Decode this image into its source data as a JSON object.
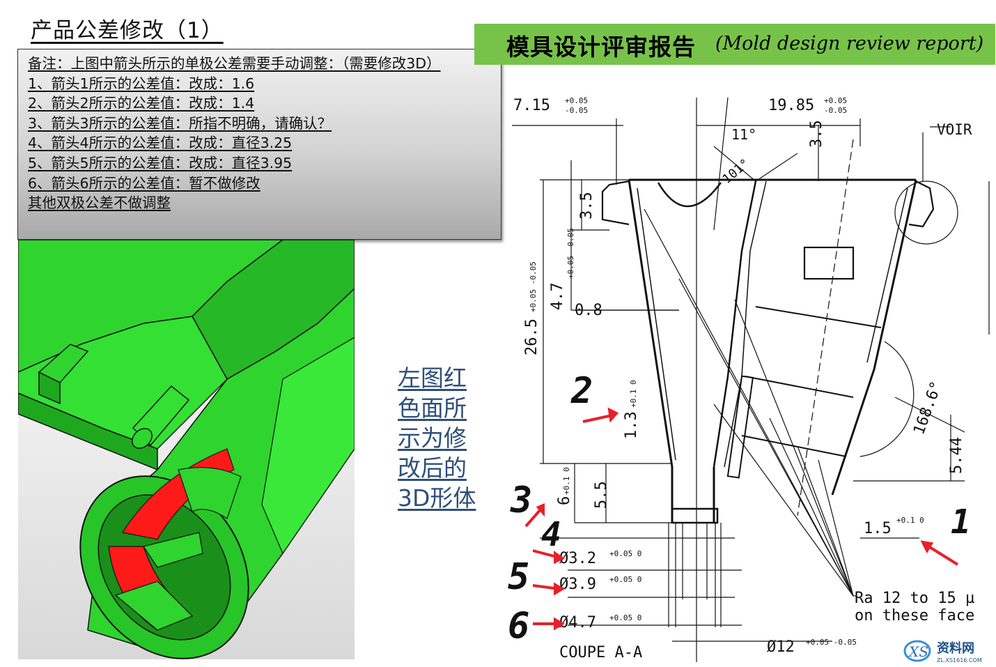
{
  "page_title": "产品公差修改（1）",
  "note": {
    "lines": [
      "备注：上图中箭头所示的单极公差需要手动调整：（需要修改3D）",
      "1、箭头1所示的公差值：改成：1.6",
      "2、箭头2所示的公差值：改成：1.4",
      "3、箭头3所示的公差值：所指不明确，请确认？",
      "4、箭头4所示的公差值：改成：直径3.25",
      "5、箭头5所示的公差值：改成：直径3.95",
      "6、箭头6所示的公差值：暂不做修改",
      "其他双极公差不做调整"
    ]
  },
  "banner": {
    "title_cn": "模具设计评审报告",
    "title_en": "(Mold design review report)",
    "color": "#77c34a"
  },
  "caption": {
    "lines": [
      "左图红",
      "色面所",
      "示为修",
      "改后的",
      "3D形体"
    ]
  },
  "drawing": {
    "dims": {
      "d1": "7.15",
      "d1_tol_up": "+0.05",
      "d1_tol_dn": "-0.05",
      "d2": "19.85",
      "d2_tol_up": "+0.05",
      "d2_tol_dn": "-0.05",
      "voir": "VOIR",
      "angle_11": "11°",
      "angle_101": "101°",
      "d_35a": "3.5",
      "d_35b": "3.5",
      "d_47": "4.7",
      "d_47_tol": "+0.05 -0.05",
      "d_08": "0.8",
      "d_265": "26.5",
      "d_265_tol": "+0.05 -0.05",
      "d_13": "1.3",
      "d_13_tol": "+0.1 0",
      "d_55": "5.5",
      "d_6": "6",
      "d_6_tol": "+0.1 0",
      "angle_168": "168.6°",
      "d_544": "5.44",
      "d_15": "1.5",
      "d_15_tol": "+0.1 0",
      "dia_32": "Ø3.2",
      "dia_32_tol": "+0.05 0",
      "dia_39": "Ø3.9",
      "dia_39_tol": "+0.05 0",
      "dia_47": "Ø4.7",
      "dia_47_tol": "+0.05 0",
      "dia_12": "Ø12",
      "dia_12_tol": "+0.05 -0.05",
      "ra_line1": "Ra 12 to 15 µ",
      "ra_line2": "on these face",
      "section": "COUPE A-A"
    },
    "markers": [
      "1",
      "2",
      "3",
      "4",
      "5",
      "6"
    ],
    "marker_color": "#e8202a"
  },
  "model_colors": {
    "green": "#2fd42f",
    "red": "#ff1a1a"
  },
  "watermark": {
    "text_cn": "资料网",
    "text_url": "ZL.XS1616.COM"
  }
}
